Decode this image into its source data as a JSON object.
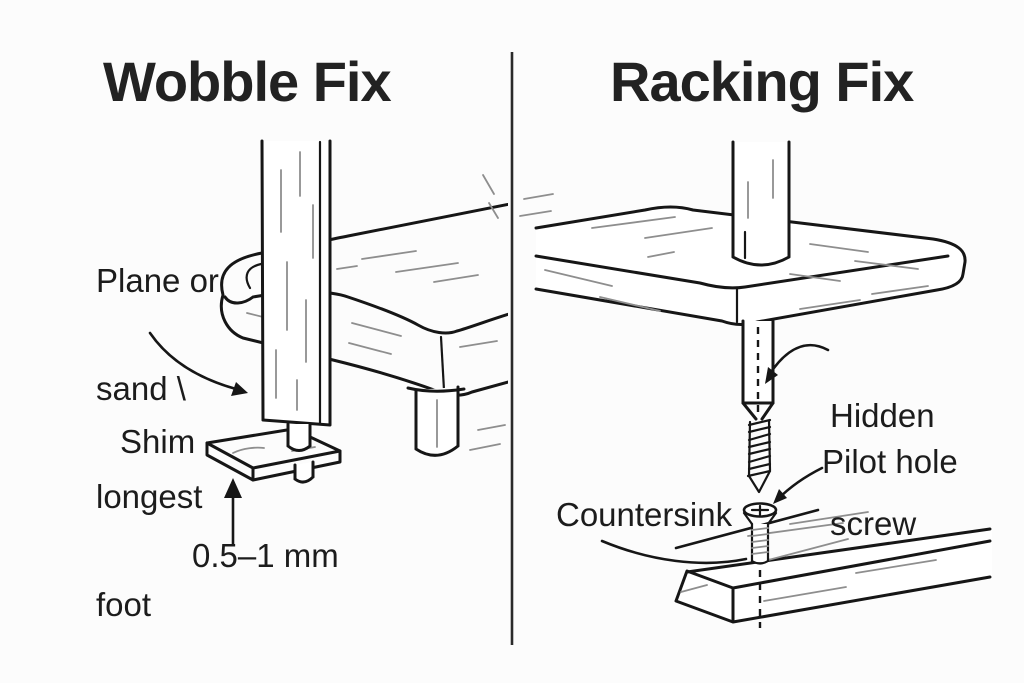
{
  "panels": {
    "left": {
      "title": "Wobble Fix",
      "labels": {
        "plane_note_lines": [
          "Plane or",
          "sand \\",
          "longest",
          "foot"
        ],
        "shim": "Shim",
        "gap_measurement": "0.5–1 mm"
      }
    },
    "right": {
      "title": "Racking Fix",
      "labels": {
        "hidden_screw_lines": [
          "Hidden",
          "screw"
        ],
        "pilot_hole": "Pilot hole",
        "countersink": "Countersink"
      }
    }
  },
  "style": {
    "background": "#fcfcfc",
    "ink_color": "#161616",
    "text_color": "#1c1c1c",
    "grain_color": "#8e8e8e"
  }
}
